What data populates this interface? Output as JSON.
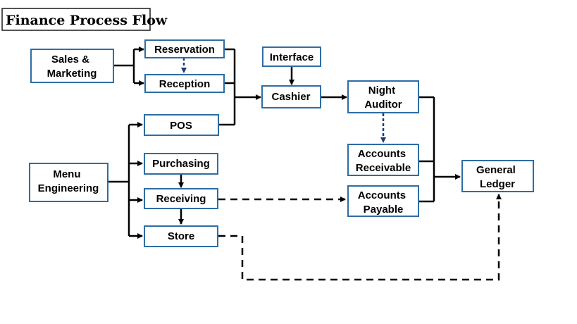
{
  "title": "Finance Process Flow",
  "nodes": {
    "sales_marketing": [
      "Sales &",
      "Marketing"
    ],
    "reservation": [
      "Reservation"
    ],
    "reception": [
      "Reception"
    ],
    "pos": [
      "POS"
    ],
    "menu_engineering": [
      "Menu",
      "Engineering"
    ],
    "purchasing": [
      "Purchasing"
    ],
    "receiving": [
      "Receiving"
    ],
    "store": [
      "Store"
    ],
    "interface": [
      "Interface"
    ],
    "cashier": [
      "Cashier"
    ],
    "night_auditor": [
      "Night",
      "Auditor"
    ],
    "accounts_receivable": [
      "Accounts",
      "Receivable"
    ],
    "accounts_payable": [
      "Accounts",
      "Payable"
    ],
    "general_ledger": [
      "General",
      "Ledger"
    ]
  },
  "colors": {
    "box_border": "#2e6da4",
    "connector": "#000000",
    "dotted_connector": "#1f3a7a"
  }
}
